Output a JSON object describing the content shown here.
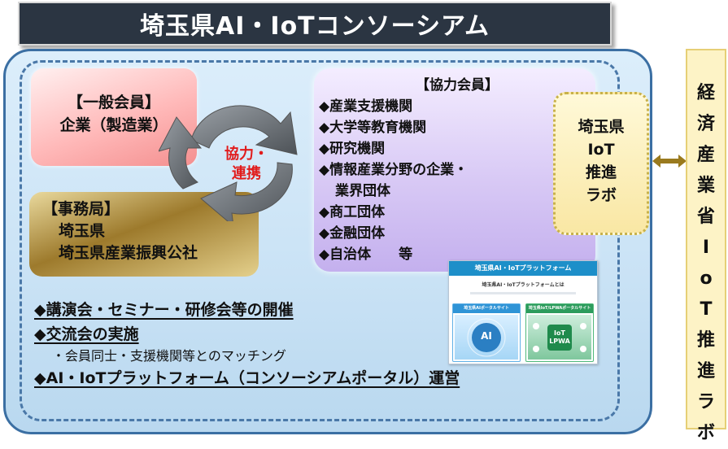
{
  "title": "埼玉県AI・IoTコンソーシアム",
  "general_member": {
    "line1": "【一般会員】",
    "line2": "企業（製造業）"
  },
  "secretariat": {
    "heading": "【事務局】",
    "line1": "埼玉県",
    "line2": "埼玉県産業振興公社"
  },
  "cooperation_cycle": {
    "line1": "協力・",
    "line2": "連携"
  },
  "cooperating_members": {
    "heading": "【協力会員】",
    "items": [
      {
        "text": "◆産業支援機関"
      },
      {
        "text": "◆大学等教育機関"
      },
      {
        "text": "◆研究機関"
      },
      {
        "text": "◆情報産業分野の企業・"
      },
      {
        "text": "業界団体",
        "continuation": true
      },
      {
        "text": "◆商工団体"
      },
      {
        "text": "◆金融団体"
      },
      {
        "text": "◆自治体　　等"
      }
    ]
  },
  "iot_lab": {
    "lines": [
      "埼玉県",
      "IoT",
      "推進",
      "ラボ"
    ]
  },
  "meti": {
    "chars": [
      "経",
      "済",
      "産",
      "業",
      "省",
      "I",
      "o",
      "T",
      "推",
      "進",
      "ラ",
      "ボ"
    ]
  },
  "activities": [
    {
      "text": "◆講演会・セミナー・研修会等の開催",
      "sub": false
    },
    {
      "text": "◆交流会の実施",
      "sub": false
    },
    {
      "text": "・会員同士・支援機関等とのマッチング",
      "sub": true
    },
    {
      "text": "◆AI・IoTプラットフォーム（コンソーシアムポータル）運営",
      "sub": false
    }
  ],
  "portal_thumbnail": {
    "header": "埼玉県AI・IoTプラットフォーム",
    "subtitle": "埼玉県AI・IoTプラットフォームとは",
    "card_left": {
      "title": "埼玉県AIポータルサイト",
      "icon_text": "AI"
    },
    "card_right": {
      "title": "埼玉県IoT/LPWAポータルサイト",
      "icon_text": "IoT LPWA"
    }
  },
  "colors": {
    "title_bg": "#2b3542",
    "panel_border": "#3b6fa3",
    "cycle_arrows": "#6b6f75",
    "cycle_text": "#e11c1c",
    "meti_bg": "#fdf3c6",
    "link_arrow": "#9a7a1e"
  },
  "icons": [
    "circular-arrows-icon",
    "double-arrow-icon"
  ]
}
